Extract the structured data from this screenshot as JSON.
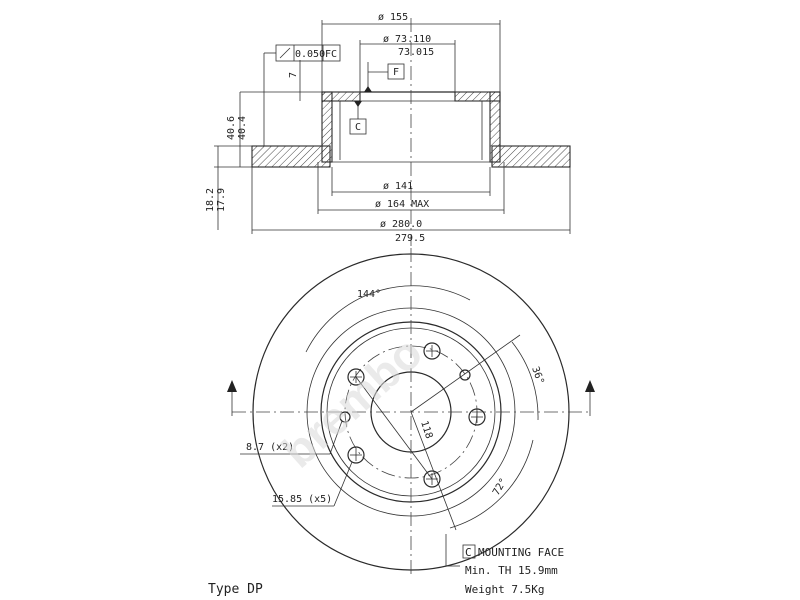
{
  "section": {
    "dia_155": "ø 155",
    "dia_73_110": "ø 73.110",
    "dia_73_015": "73.015",
    "flatness": "0.050",
    "flatness_datum": "FC",
    "datum_f": "F",
    "datum_c": "C",
    "dim_7": "7",
    "dim_40_6": "40.6",
    "dim_40_4": "40.4",
    "dim_18_2": "18.2",
    "dim_17_9": "17.9",
    "dia_141": "ø 141",
    "dia_164": "ø 164 MAX",
    "dia_280": "ø 280.0",
    "dia_279_5": "279.5"
  },
  "front": {
    "angle_144": "144°",
    "angle_36": "36°",
    "angle_72": "72°",
    "pcd_118": "118",
    "hole_8_7": "8.7 (x2)",
    "hole_15_85": "15.85 (x5)"
  },
  "notes": {
    "mounting_c": "C",
    "mounting_face": "MOUNTING FACE",
    "min_th": "Min. TH 15.9mm",
    "weight": "Weight  7.5Kg"
  },
  "type_label": "Type DP",
  "watermark": "brembo"
}
